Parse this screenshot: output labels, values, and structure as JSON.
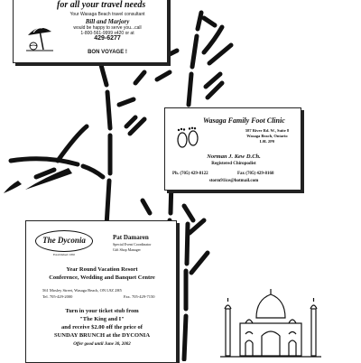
{
  "travel_card": {
    "tagline": "for all your travel needs",
    "line1": "Your Wasaga Beach travel consultant",
    "name": "Bill and Marjory",
    "line2": "would be happy to serve you...call",
    "line3": "1-800-561-9999 x420 or at",
    "phone": "429-6277",
    "closing": "BON VOYAGE !"
  },
  "foot_clinic": {
    "title": "Wasaga Family Foot Clinic",
    "address_line1": "587 River Rd. W., Suite 8",
    "address_line2": "Wasaga Beach, Ontario",
    "address_line3": "L0L 2P0",
    "doctor": "Norman J. Kew D.Ch.",
    "role": "Registered Chiropodist",
    "phone": "Ph. (705) 429-8122",
    "fax": "Fax (705) 429-8168",
    "email": "storm91ice@hotmail.com"
  },
  "dyconia_card": {
    "logo_name": "The Dyconia",
    "logo_sub": "Established 1950",
    "person": "Pat Damaren",
    "person_role1": "Special Event Coordinator",
    "person_role2": "Gift Shop Manager",
    "heading1": "Year Round Vacation Resort",
    "heading2": "Conference, Wedding and Banquet Centre",
    "address": "561 Mosley Street, Wasaga Beach, ON L9Z 2H5",
    "tel": "Tel. 705-429-2000",
    "fax": "Fax. 705-429-7150",
    "promo1": "Turn in your ticket stub from",
    "promo2": "\"The King and I\"",
    "promo3": "and receive $2.00 off the price of",
    "promo4": "SUNDAY BRUNCH at the DYCONIA",
    "offer": "Offer good until June 30, 2002"
  }
}
